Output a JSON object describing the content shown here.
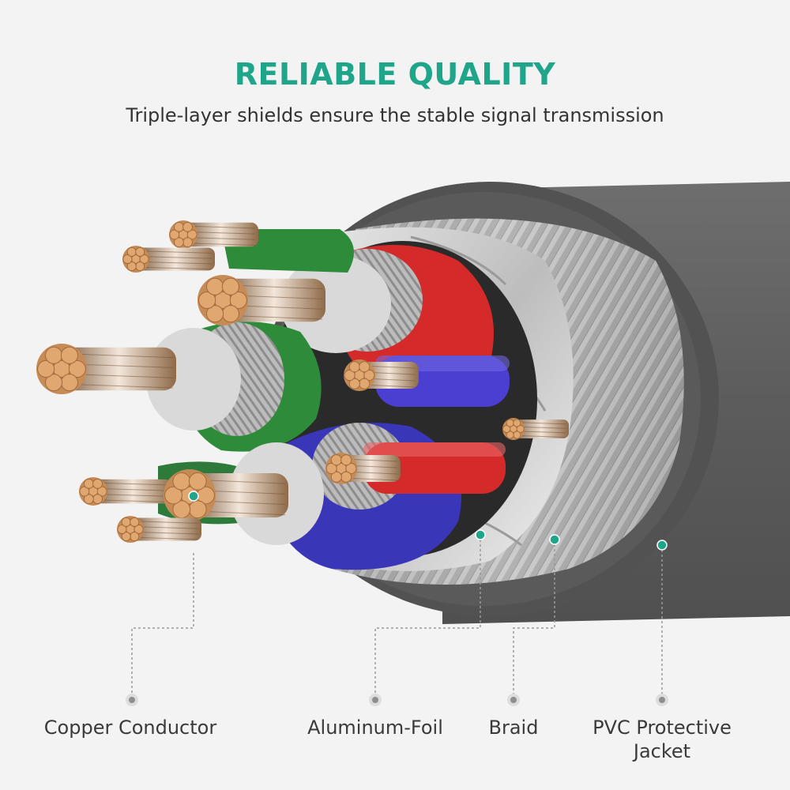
{
  "header": {
    "title": "RELIABLE QUALITY",
    "subtitle": "Triple-layer shields ensure the stable signal transmission"
  },
  "labels": {
    "copper": "Copper Conductor",
    "foil": "Aluminum-Foil",
    "braid": "Braid",
    "jacket_line1": "PVC Protective",
    "jacket_line2": "Jacket"
  },
  "colors": {
    "accent": "#1fa589",
    "jacket": "#5f5f5f",
    "green_wire": "#2e8b3a",
    "red_wire": "#d42a2a",
    "blue_wire": "#3a36b8",
    "copper": "#e0a870",
    "foil": "#c8c8c8"
  }
}
